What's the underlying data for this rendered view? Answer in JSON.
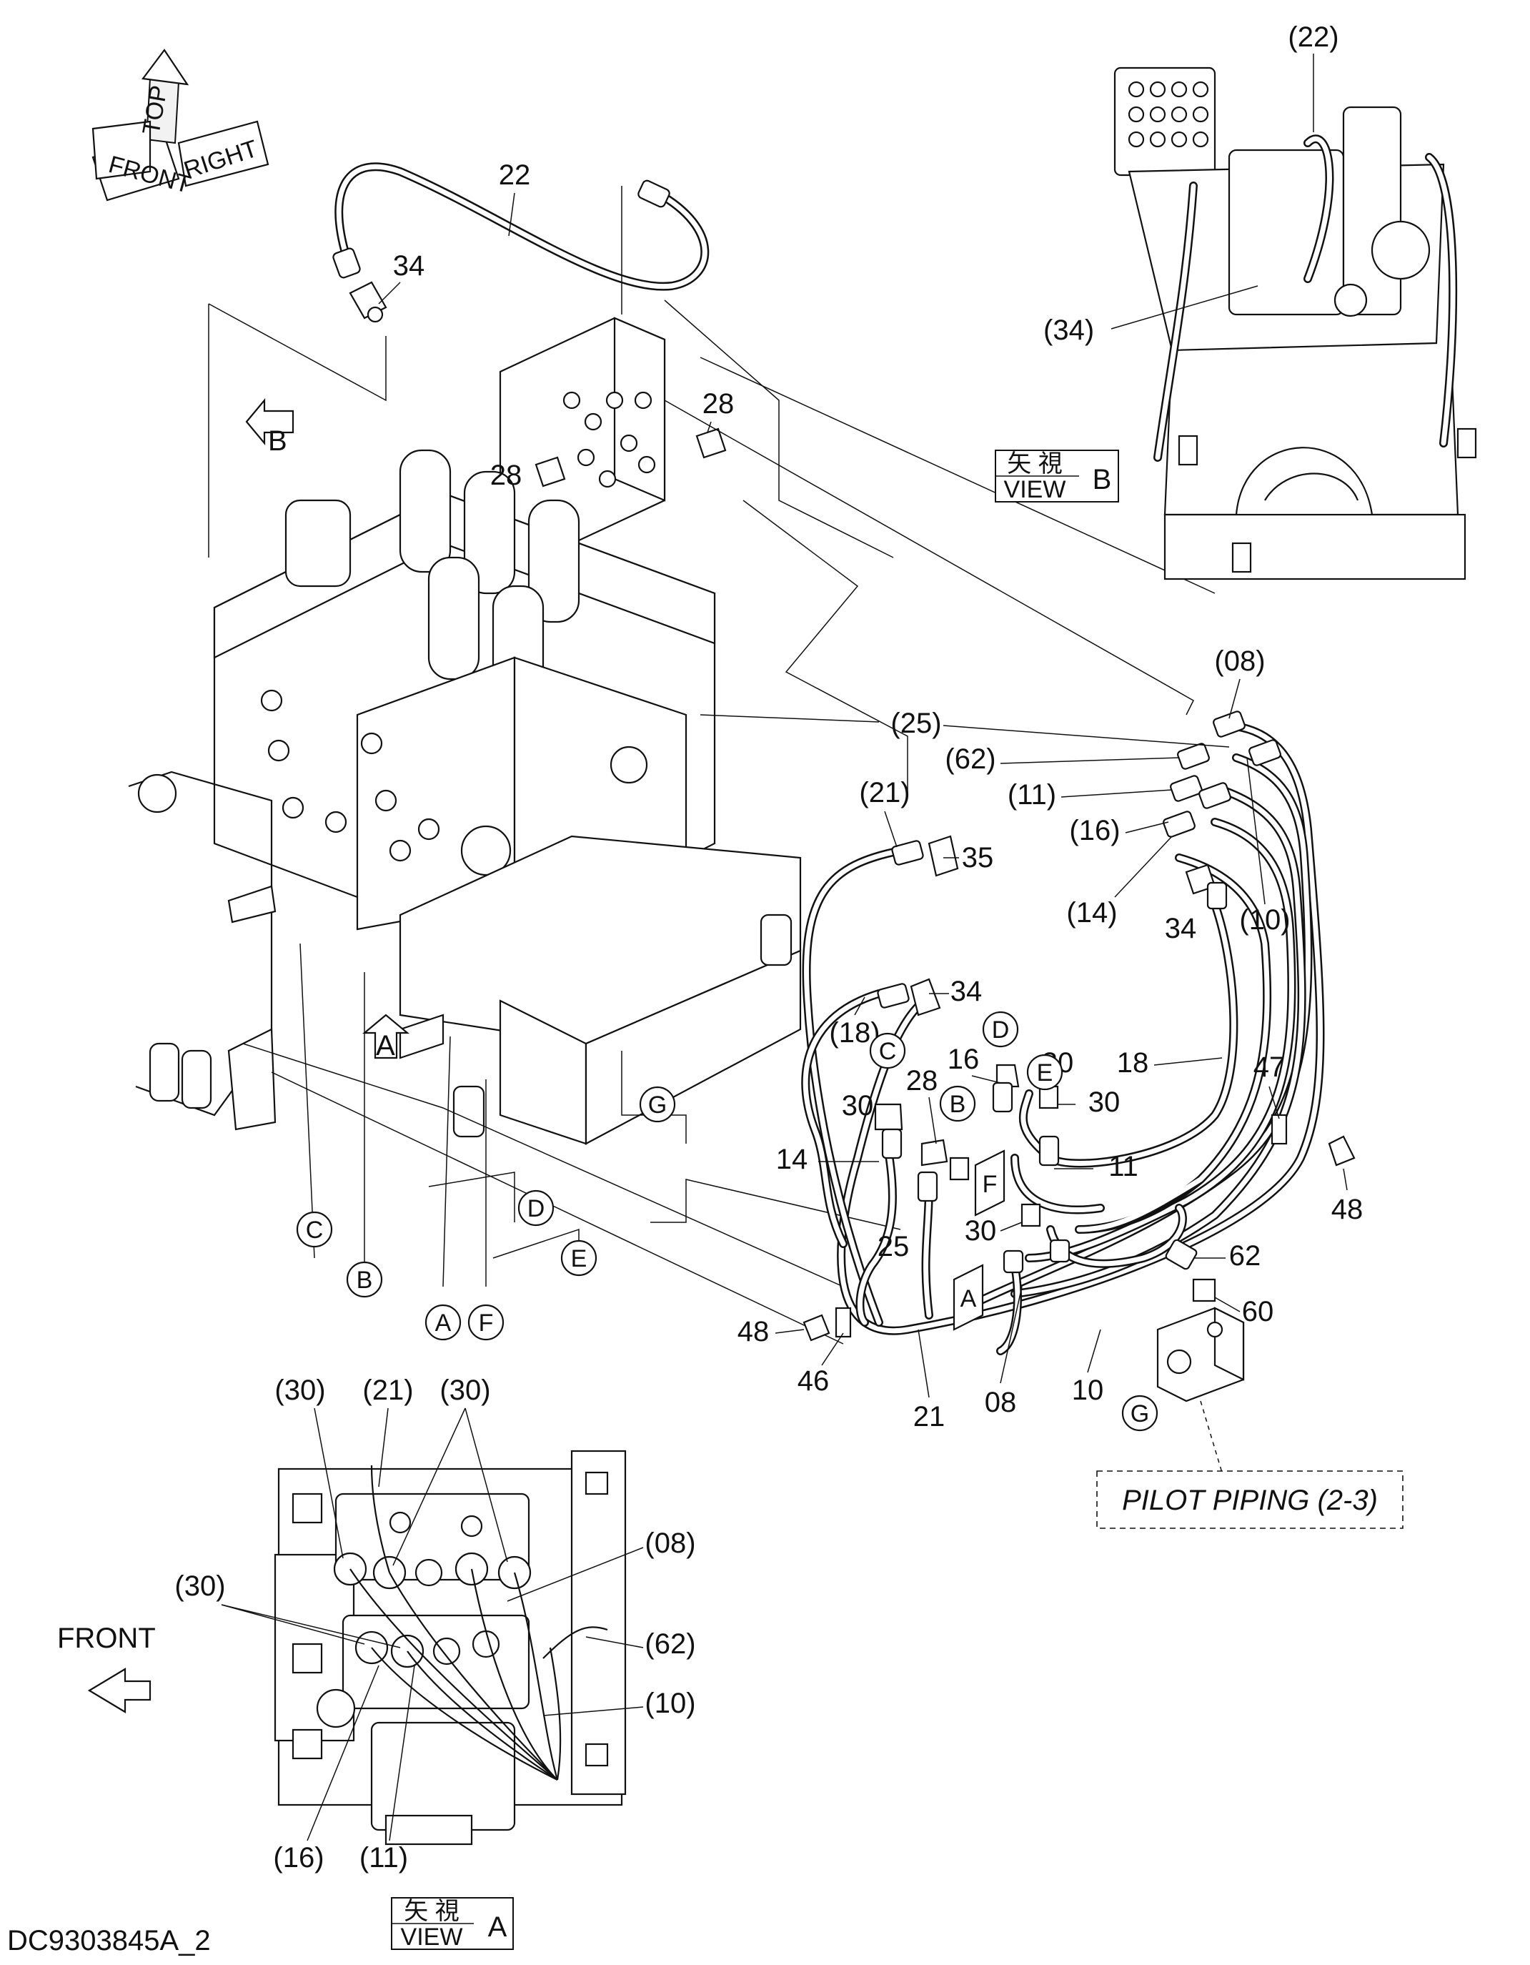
{
  "orientation": {
    "labels": [
      "TOP",
      "FRONT",
      "RIGHT"
    ],
    "icon": "orientation-arrows-icon"
  },
  "callouts_main": {
    "hose_22": "22",
    "fitting_34_top": "34",
    "fitting_28_a": "28",
    "fitting_28_b": "28",
    "view_b_marker": "B",
    "view_a_marker": "A",
    "letters": [
      "C",
      "B",
      "A",
      "F",
      "D",
      "E",
      "G"
    ]
  },
  "view_b": {
    "jp": "矢 視",
    "en": "VIEW",
    "letter": "B",
    "callout_22": "(22)",
    "callout_34": "(34)"
  },
  "exploded": {
    "c08": "(08)",
    "c25": "(25)",
    "c62": "(62)",
    "c11": "(11)",
    "c16": "(16)",
    "c14": "(14)",
    "c34a": "34",
    "c10": "(10)",
    "c21": "(21)",
    "c35": "35",
    "c34b": "34",
    "c18p": "(18)",
    "c18": "18",
    "c47": "47",
    "c48a": "48",
    "c48b": "48",
    "c62b": "62",
    "c60": "60",
    "c46": "46",
    "c21b": "21",
    "c08b": "08",
    "c10b": "10",
    "c30a": "30",
    "c30b": "30",
    "c30c": "30",
    "c30d": "30",
    "c28": "28",
    "c16b": "16",
    "c11b": "11",
    "c14b": "14",
    "c25b": "25",
    "ports": [
      "D",
      "C",
      "B",
      "E",
      "F",
      "A",
      "G"
    ]
  },
  "pilot_piping_ref": "PILOT PIPING (2-3)",
  "view_a": {
    "jp": "矢 視",
    "en": "VIEW",
    "letter": "A",
    "front_label": "FRONT",
    "c30_left": "(30)",
    "c21": "(21)",
    "c30_right": "(30)",
    "c08": "(08)",
    "c30_mid": "(30)",
    "c62": "(62)",
    "c10": "(10)",
    "c16": "(16)",
    "c11": "(11)"
  },
  "drawing_number": "DC9303845A_2"
}
